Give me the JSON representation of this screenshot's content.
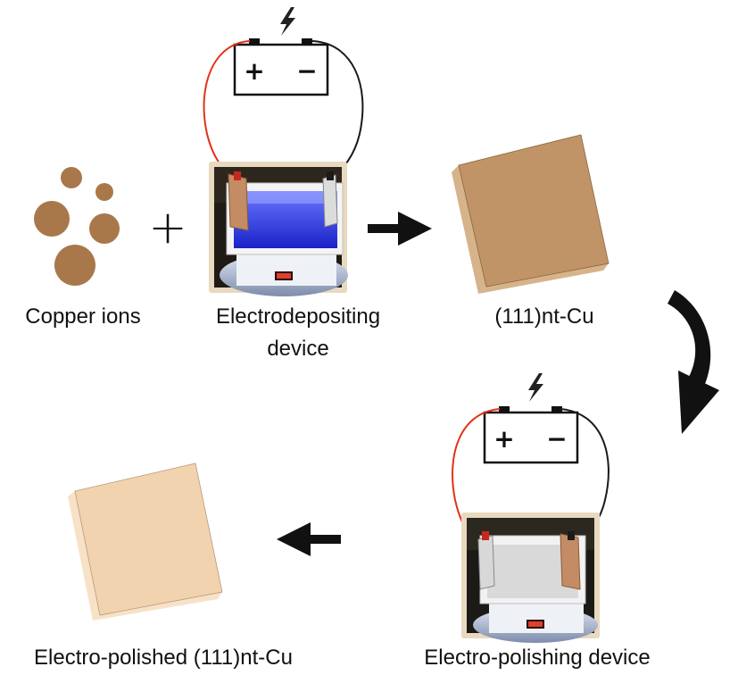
{
  "labels": {
    "copper_ions": "Copper ions",
    "electrodepositing_device_line1": "Electrodepositing",
    "electrodepositing_device_line2": "device",
    "nt_cu": "(111)nt-Cu",
    "electro_polishing_device": "Electro-polishing device",
    "electro_polished_nt_cu": "Electro-polished (111)nt-Cu"
  },
  "symbols": {
    "plus": "+",
    "battery_positive": "+",
    "battery_negative": "−"
  },
  "icons": {
    "power": "lightning-bolt-icon",
    "flow": "arrow-icon"
  },
  "colors": {
    "copper_ion": "#a8784b",
    "nt_cu_face": "#c09467",
    "nt_cu_side": "#d6b38a",
    "polished_face": "#f2d3b0",
    "polished_side": "#f7e2c8",
    "wire_positive": "#e2321a",
    "wire_negative": "#1a1a1a",
    "electrolyte_blue": "#2a36e8",
    "photo_frame": "#e8d9bf"
  }
}
